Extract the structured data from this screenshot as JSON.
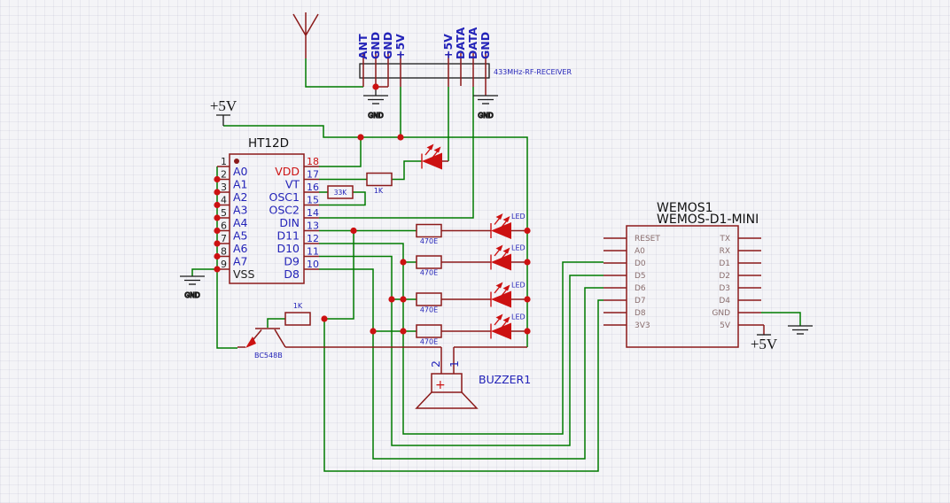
{
  "colors": {
    "wire": "#007B00",
    "lead": "#8B1A1A",
    "hot": "#CC1111",
    "ink": "#1A1A1A",
    "blue": "#2323B8",
    "wemos": "#8A6E6E",
    "paper": "#F4F4F7"
  },
  "labels": {
    "vcc": "+5V",
    "gnd": "GND"
  },
  "receiver": {
    "name": "433MHz-RF-RECEIVER",
    "pins": [
      "ANT",
      "GND",
      "GND",
      "+5V",
      "+5V",
      "DATA",
      "DATA",
      "GND"
    ]
  },
  "ht12d": {
    "title": "HT12D",
    "left_pins": [
      {
        "num": "1",
        "name": "A0"
      },
      {
        "num": "2",
        "name": "A1"
      },
      {
        "num": "3",
        "name": "A2"
      },
      {
        "num": "4",
        "name": "A3"
      },
      {
        "num": "5",
        "name": "A4"
      },
      {
        "num": "6",
        "name": "A5"
      },
      {
        "num": "7",
        "name": "A6"
      },
      {
        "num": "8",
        "name": "A7"
      },
      {
        "num": "9",
        "name": "VSS"
      }
    ],
    "right_pins": [
      {
        "num": "18",
        "name": "VDD"
      },
      {
        "num": "17",
        "name": "VT"
      },
      {
        "num": "16",
        "name": "OSC1"
      },
      {
        "num": "15",
        "name": "OSC2"
      },
      {
        "num": "14",
        "name": "DIN"
      },
      {
        "num": "13",
        "name": "D11"
      },
      {
        "num": "12",
        "name": "D10"
      },
      {
        "num": "11",
        "name": "D9"
      },
      {
        "num": "10",
        "name": "D8"
      }
    ]
  },
  "resistors": {
    "osc": "33K",
    "vt": "1K",
    "base": "1K",
    "led1": "470E",
    "led2": "470E",
    "led3": "470E",
    "led4": "470E"
  },
  "led_label": "LED",
  "transistor": {
    "name": "BC548B"
  },
  "buzzer": {
    "name": "BUZZER1",
    "pin1": "1",
    "pin2": "2",
    "plus": "+"
  },
  "wemos": {
    "ref": "WEMOS1",
    "value": "WEMOS-D1-MINI",
    "left_pins": [
      "RESET",
      "A0",
      "D0",
      "D5",
      "D6",
      "D7",
      "D8",
      "3V3"
    ],
    "right_pins": [
      "TX",
      "RX",
      "D1",
      "D2",
      "D3",
      "D4",
      "GND",
      "5V"
    ]
  }
}
